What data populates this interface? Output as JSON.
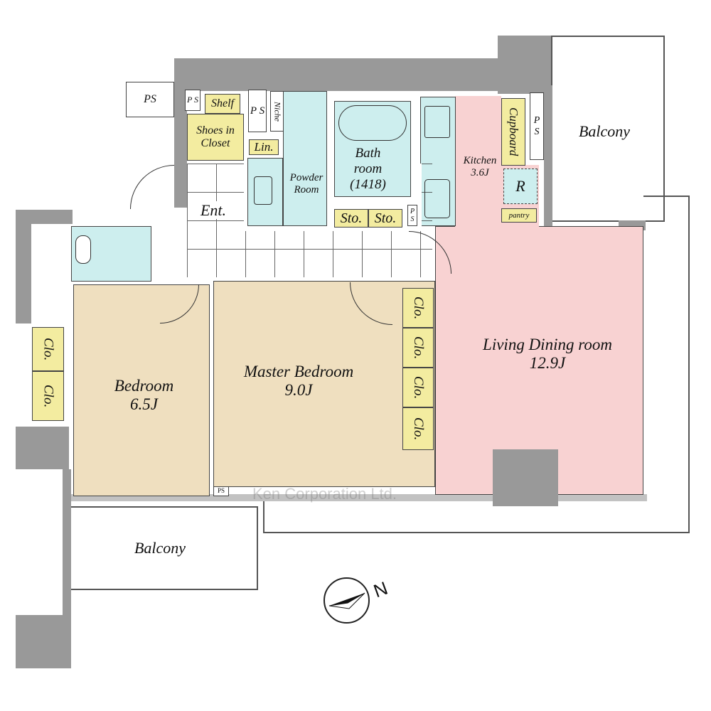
{
  "rooms": {
    "ldk": {
      "name": "Living Dining room",
      "size": "12.9J"
    },
    "kitchen": {
      "name": "Kitchen",
      "size": "3.6J"
    },
    "master_bedroom": {
      "name": "Master Bedroom",
      "size": "9.0J"
    },
    "bedroom": {
      "name": "Bedroom",
      "size": "6.5J"
    },
    "bathroom": {
      "name": "Bath room",
      "size": "(1418)"
    },
    "powder_room": "Powder Room",
    "entrance": "Ent.",
    "balcony_top": "Balcony",
    "balcony_bottom": "Balcony"
  },
  "storage": {
    "ps": "PS",
    "ps_small": "P S",
    "shelf": "Shelf",
    "shoes_closet": "Shoes in Closet",
    "niche": "Niche",
    "linen": "Lin.",
    "sto": "Sto.",
    "cupboard": "Cupboard",
    "fridge": "R",
    "pantry": "pantry",
    "closet": "Clo."
  },
  "compass": {
    "label": "N"
  },
  "watermark": "Ken Corporation Ltd.",
  "colors": {
    "wall": "#999999",
    "bedroom": "#efdfbf",
    "living": "#f8d2d2",
    "wet": "#cdeeee",
    "storage": "#f3eca0"
  }
}
